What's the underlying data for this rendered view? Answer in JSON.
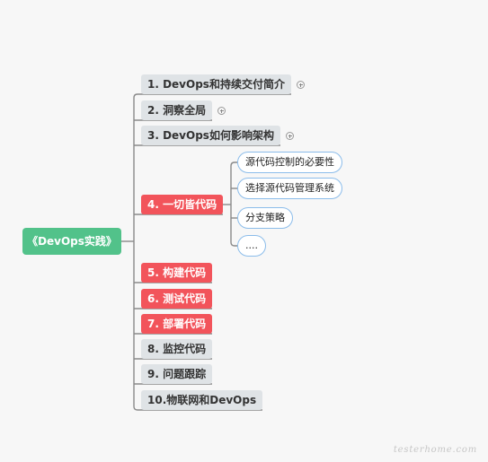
{
  "root": {
    "label": "《DevOps实践》"
  },
  "branches": [
    {
      "label": "1. DevOps和持续交付简介",
      "style": "gray",
      "collapsed": true
    },
    {
      "label": "2. 洞察全局",
      "style": "gray",
      "collapsed": true
    },
    {
      "label": "3. DevOps如何影响架构",
      "style": "gray",
      "collapsed": true
    },
    {
      "label": "4. 一切皆代码",
      "style": "red",
      "collapsed": false,
      "children": [
        {
          "label": "源代码控制的必要性"
        },
        {
          "label": "选择源代码管理系统"
        },
        {
          "label": "分支策略"
        },
        {
          "label": "...."
        }
      ]
    },
    {
      "label": "5. 构建代码",
      "style": "red",
      "collapsed": false
    },
    {
      "label": "6. 测试代码",
      "style": "red",
      "collapsed": false
    },
    {
      "label": "7. 部署代码",
      "style": "red",
      "collapsed": false
    },
    {
      "label": "8. 监控代码",
      "style": "gray",
      "collapsed": false
    },
    {
      "label": "9. 问题跟踪",
      "style": "gray",
      "collapsed": false
    },
    {
      "label": "10.物联网和DevOps",
      "style": "gray",
      "collapsed": false
    }
  ],
  "colors": {
    "root": "#52c28a",
    "gray_node": "#dfe3e6",
    "red_node": "#f2545b",
    "leaf_border": "#8bbcea",
    "connector": "#8a8a8a"
  },
  "icons": {
    "collapsed_indicator": "plus-circle-icon"
  },
  "watermark": "testerhome.com"
}
